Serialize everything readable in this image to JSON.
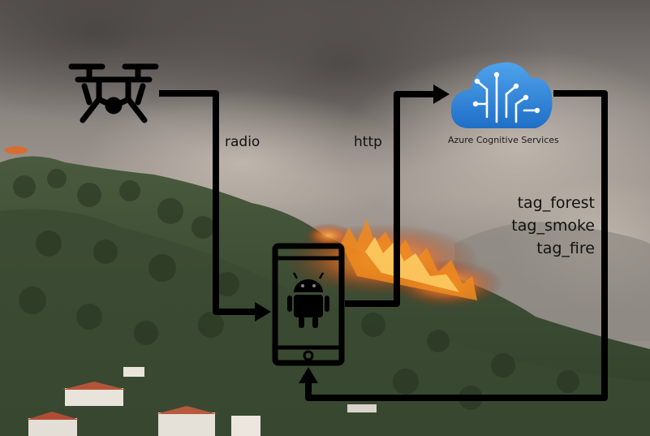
{
  "labels": {
    "radio": "radio",
    "http": "http",
    "service": "Azure Cognitive Services"
  },
  "tags": [
    "tag_forest",
    "tag_smoke",
    "tag_fire"
  ],
  "icons": {
    "drone": "drone-icon",
    "phone": "smartphone-icon",
    "android": "android-icon",
    "cloud": "azure-cognitive-services-cloud-icon"
  },
  "colors": {
    "arrow": "#000000",
    "cloud": "#2f7fd6",
    "fire": "#f08a1e"
  }
}
